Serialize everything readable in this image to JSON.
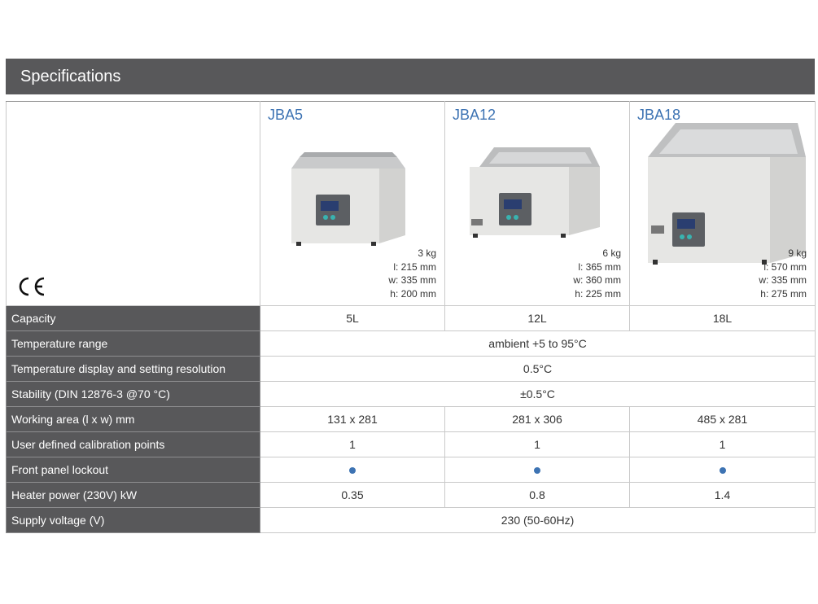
{
  "header": {
    "title": "Specifications"
  },
  "products": [
    {
      "name": "JBA5",
      "weight": "3 kg",
      "l": "l: 215 mm",
      "w": "w: 335 mm",
      "h": "h: 200 mm"
    },
    {
      "name": "JBA12",
      "weight": "6 kg",
      "l": "l: 365 mm",
      "w": "w: 360 mm",
      "h": "h:  225 mm"
    },
    {
      "name": "JBA18",
      "weight": "9 kg",
      "l": "l: 570 mm",
      "w": "w: 335 mm",
      "h": "h:  275 mm"
    }
  ],
  "rows": [
    {
      "label": "Capacity",
      "values": [
        "5L",
        "12L",
        "18L"
      ]
    },
    {
      "label": "Temperature range",
      "span": "ambient +5 to 95°C"
    },
    {
      "label": "Temperature display and setting resolution",
      "span": "0.5°C"
    },
    {
      "label": "Stability (DIN 12876-3 @70 °C)",
      "span": "±0.5°C"
    },
    {
      "label": "Working area (l x w) mm",
      "values": [
        "131 x 281",
        "281 x 306",
        "485 x 281"
      ]
    },
    {
      "label": "User defined calibration points",
      "values": [
        "1",
        "1",
        "1"
      ]
    },
    {
      "label": "Front panel lockout",
      "values_icon": "dot-icon"
    },
    {
      "label": "Heater power (230V)  kW",
      "values": [
        "0.35",
        "0.8",
        "1.4"
      ]
    },
    {
      "label": "Supply voltage (V)",
      "span": "230 (50-60Hz)"
    }
  ],
  "colors": {
    "header": "#58585a",
    "accent": "#3d73b3"
  }
}
